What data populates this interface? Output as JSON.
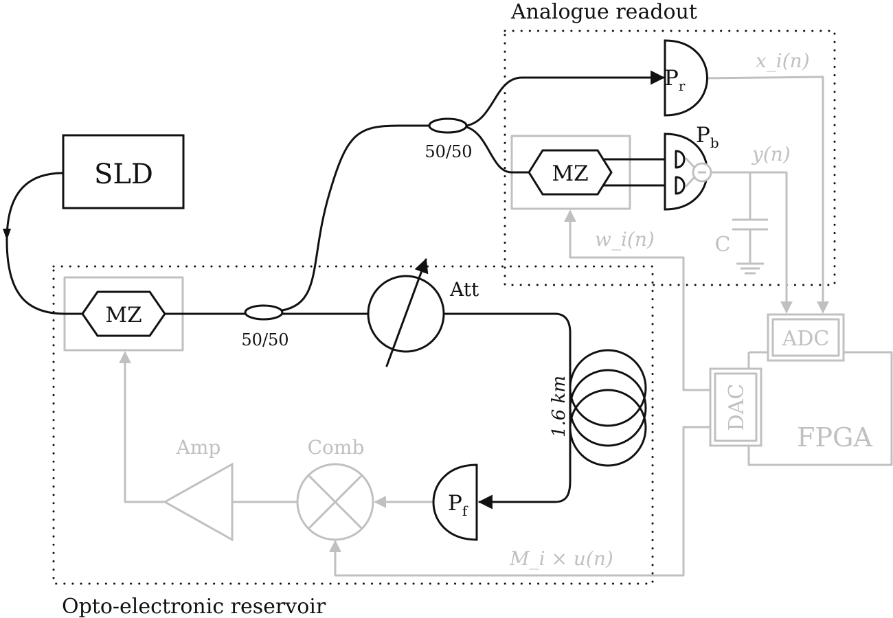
{
  "regions": {
    "readout_label": "Analogue readout",
    "reservoir_label": "Opto-electronic reservoir"
  },
  "components": {
    "sld": "SLD",
    "mz_input": "MZ",
    "mz_readout": "MZ",
    "coupler_bottom_ratio": "50/50",
    "coupler_top_ratio": "50/50",
    "attenuator": "Att",
    "fiber_length": "1.6 km",
    "pr": {
      "base": "P",
      "sub": "r"
    },
    "pb": {
      "base": "P",
      "sub": "b"
    },
    "pf": {
      "base": "P",
      "sub": "f"
    },
    "capacitor": "C",
    "adc": "ADC",
    "dac": "DAC",
    "fpga": "FPGA",
    "amplifier": "Amp",
    "combiner": "Comb"
  },
  "signals": {
    "x": "x_i(n)",
    "y": "y(n)",
    "w": "w_i(n)",
    "mu": "M_i × u(n)"
  },
  "colors": {
    "optical": "#111111",
    "electronic": "#c0c0c0"
  }
}
